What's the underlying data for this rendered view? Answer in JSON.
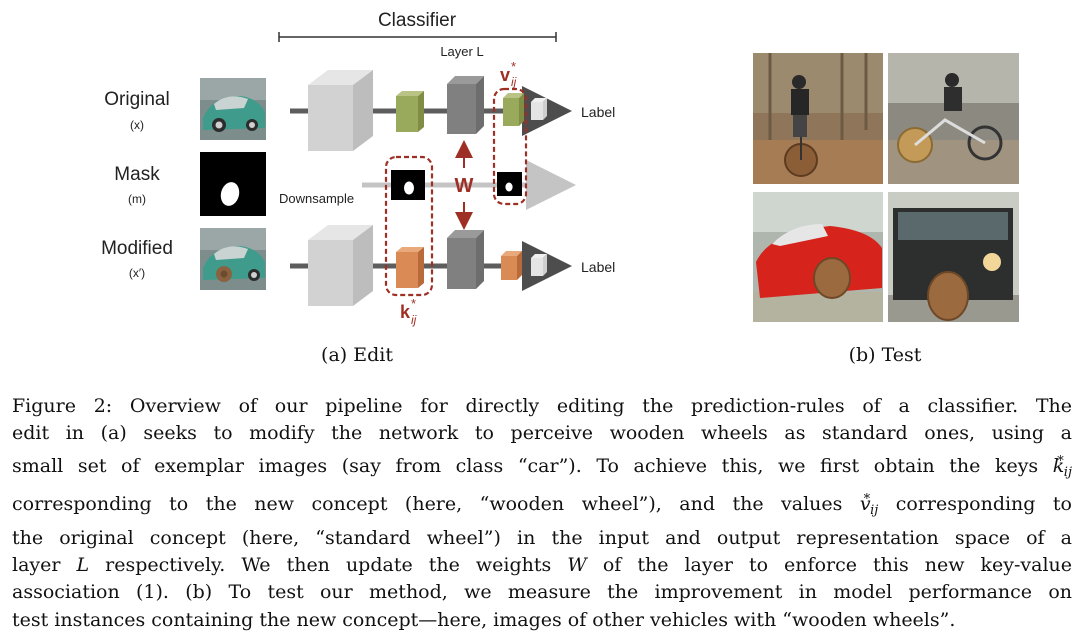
{
  "edit_panel": {
    "classifier_title": "Classifier",
    "layer_label": "Layer L",
    "rows": {
      "original": {
        "name": "Original",
        "symbol": "(x)"
      },
      "mask": {
        "name": "Mask",
        "symbol": "(m)"
      },
      "modified": {
        "name": "Modified",
        "symbol": "(x′)"
      }
    },
    "downsample_label": "Downsample",
    "output_label_top": "Label",
    "output_label_bottom": "Label",
    "weight_symbol": "W",
    "value_symbol": "v",
    "key_symbol": "k",
    "sub_ij": "ij",
    "sup_star": "*",
    "subcaption": "(a) Edit"
  },
  "test_panel": {
    "subcaption": "(b) Test"
  },
  "colors": {
    "accent_red": "#9e2f24",
    "green_feature": "#9aaa5c",
    "orange_feature": "#d98a55",
    "block_gray": "#cfcfcf",
    "arrow_gray": "#5d5d5d"
  },
  "caption": {
    "l1": "Figure 2: Overview of our pipeline for directly editing the prediction-rules of a classifier. The",
    "l2": "edit in (a) seeks to modify the network to perceive wooden wheels as standard ones, using a",
    "l3a": "small set of exemplar images (say from class “car”). To achieve this, we first obtain the keys",
    "l3k": "k",
    "l4a": "corresponding to the new concept (here, “wooden wheel”), and the values",
    "l4v": "v",
    "l4b": "corresponding to",
    "l5": "the original concept (here, “standard wheel”) in the input and output representation space of a",
    "l6a": "layer",
    "l6L": "L",
    "l6b": "respectively. We then update the weights",
    "l6W": "W",
    "l6c": "of the layer to enforce this new key-value",
    "l7": "association (1). (b) To test our method, we measure the improvement in model performance on",
    "l8": "test instances containing the new concept—here, images of other vehicles with “wooden wheels”.",
    "sub_ij": "ij",
    "sup_star": "*"
  }
}
